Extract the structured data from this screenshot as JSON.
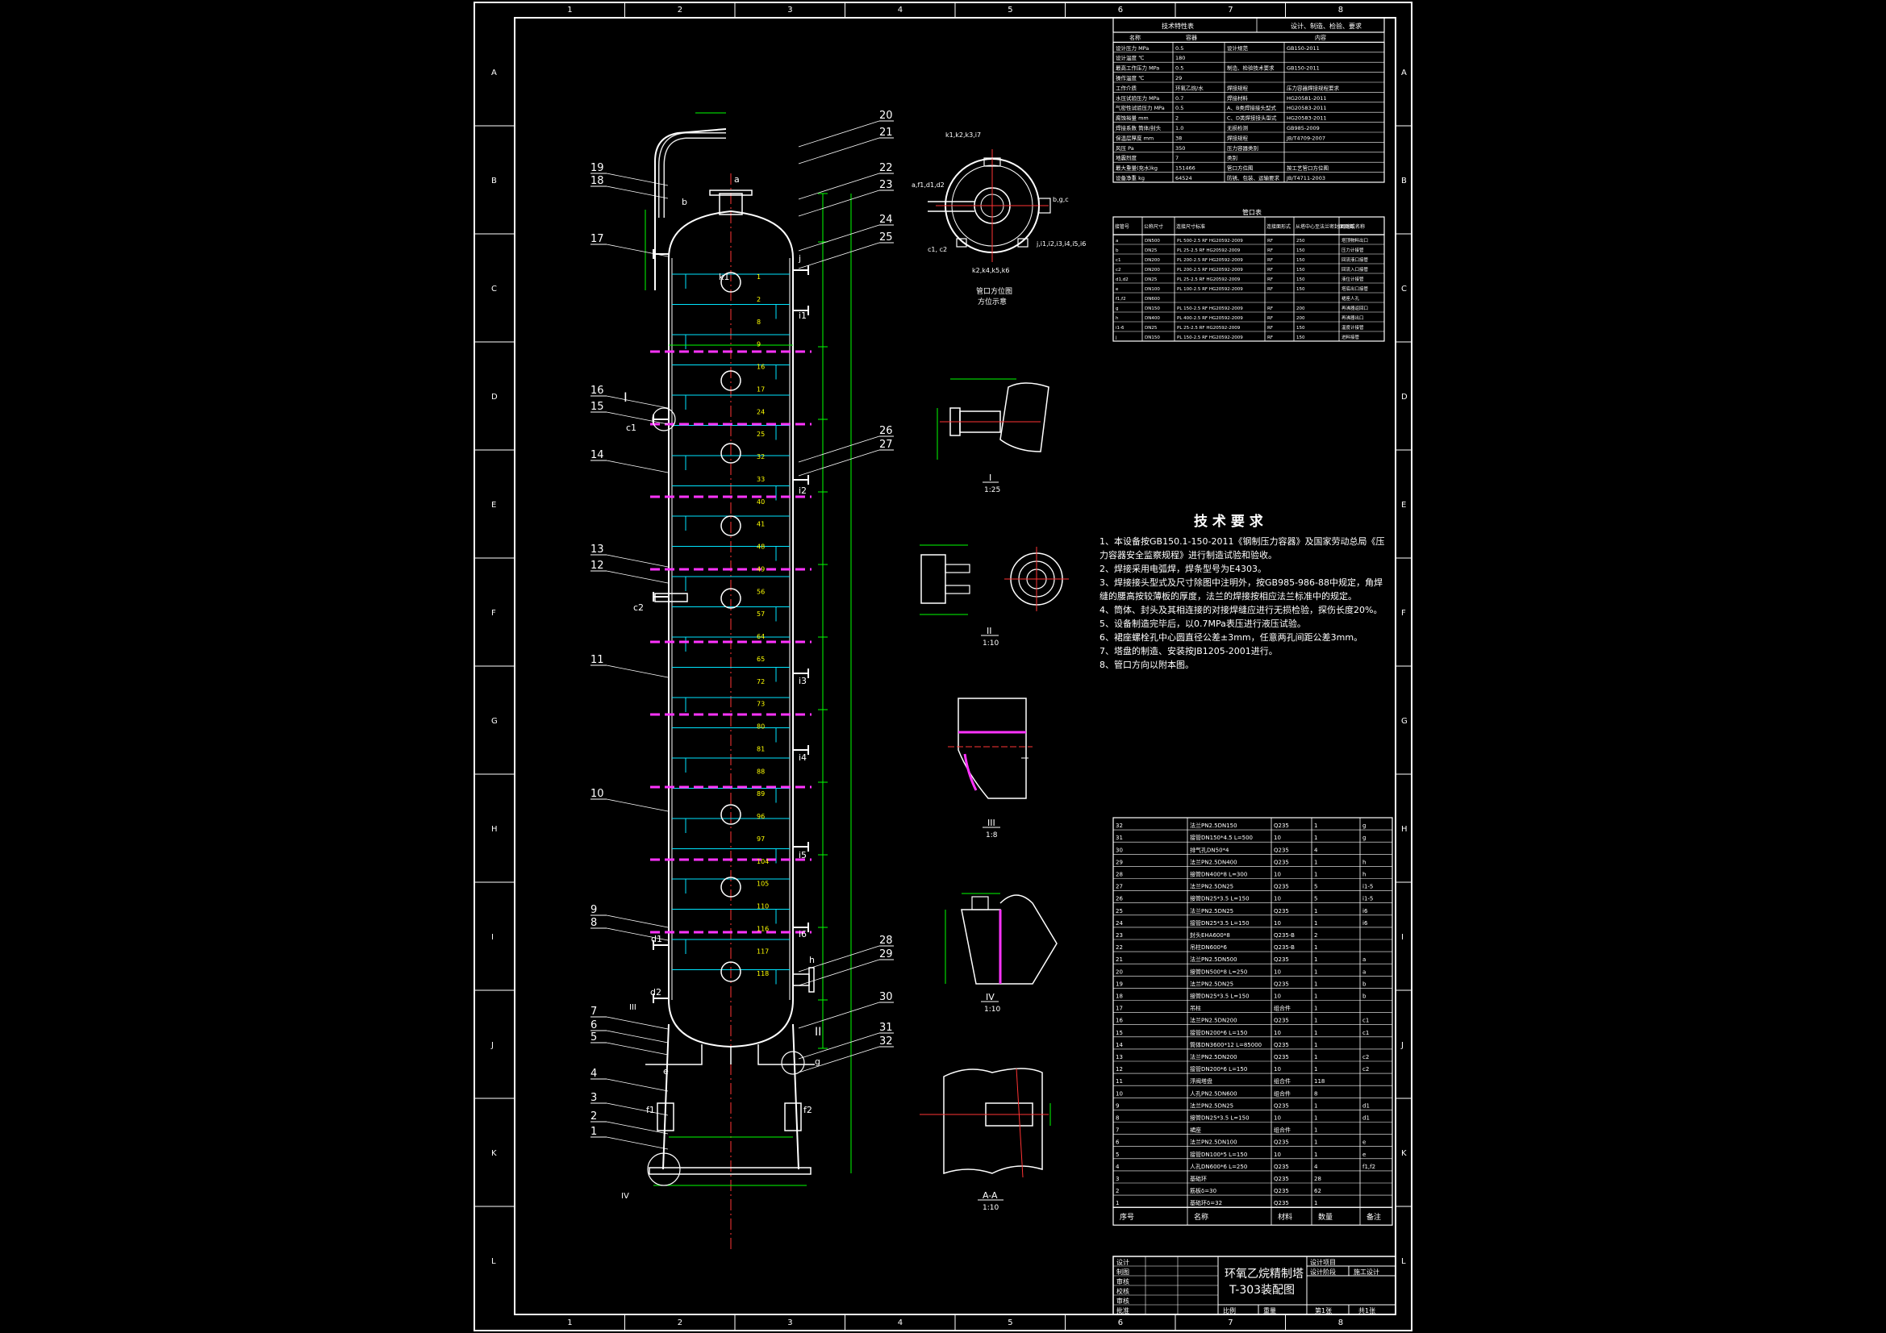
{
  "sheet": {
    "zone_columns": [
      "1",
      "2",
      "3",
      "4",
      "5",
      "6",
      "7",
      "8"
    ],
    "zone_rows": [
      "A",
      "B",
      "C",
      "D",
      "E",
      "F",
      "G",
      "H",
      "I",
      "J",
      "K",
      "L"
    ]
  },
  "tech_requirements": {
    "title": "技 术 要 求",
    "lines": [
      "1、本设备按GB150.1-150-2011《钢制压力容器》及国家劳动总局《压",
      "   力容器安全监察规程》进行制造试验和验收。",
      "2、焊接采用电弧焊，焊条型号为E4303。",
      "3、焊接接头型式及尺寸除图中注明外，按GB985-986-88中规定，角焊",
      "   缝的腰高按较薄板的厚度，法兰的焊接按相应法兰标准中的规定。",
      "4、筒体、封头及其相连接的对接焊缝应进行无损检验，探伤长度20%。",
      "5、设备制造完毕后，以0.7MPa表压进行液压试验。",
      "6、裙座螺栓孔中心圆直径公差±3mm，任意两孔间距公差3mm。",
      "7、塔盘的制造、安装按JB1205-2001进行。",
      "8、管口方向以附本图。"
    ]
  },
  "design_data": {
    "header": [
      "技术特性表",
      "设计、制造、检验、要求"
    ],
    "col_headers": [
      "名称",
      "容器",
      "内容"
    ],
    "rows": [
      [
        "设计压力  MPa",
        "0.5",
        "设计规范",
        "GB150-2011"
      ],
      [
        "设计温度  ℃",
        "180",
        "",
        ""
      ],
      [
        "最高工作压力 MPa",
        "0.5",
        "制造、检验技术要求",
        "GB150-2011"
      ],
      [
        "操作温度  ℃",
        "29",
        "",
        ""
      ],
      [
        "工作介质",
        "环氧乙烷/水",
        "焊接规程",
        "压力容器焊接规程要求"
      ],
      [
        "水压试验压力 MPa",
        "0.7",
        "焊接材料",
        "HG20581-2011"
      ],
      [
        "气密性试验压力 MPa",
        "0.5",
        "A、B类焊接接头型式",
        "HG20583-2011"
      ],
      [
        "腐蚀裕量  mm",
        "2",
        "C、D类焊接接头型式",
        "HG20583-2011"
      ],
      [
        "焊接系数 筒体/封头",
        "1.0",
        "无损检测",
        "GB985-2009"
      ],
      [
        "保温层厚度  mm",
        "38",
        "焊接规程",
        "JB/T4709-2007"
      ],
      [
        "风压  Pa",
        "350",
        "压力容器类别",
        ""
      ],
      [
        "地震烈度",
        "7",
        "类别",
        ""
      ],
      [
        "最大重量(充水)kg",
        "151466",
        "管口方位图",
        "按工艺管口方位图"
      ],
      [
        "设备净重  kg",
        "64524",
        "防锈、包装、运输要求",
        "JB/T4711-2003"
      ]
    ]
  },
  "nozzle_table": {
    "title": "管口表",
    "col_headers": [
      "接管号",
      "公称尺寸",
      "连接尺寸标准",
      "连接面形式",
      "从塔中心至法兰密封面距离",
      "用途或名称"
    ],
    "rows": [
      [
        "a",
        "DN500",
        "PL 500-2.5 RF HG20592-2009",
        "RF",
        "250",
        "塔顶物料出口"
      ],
      [
        "b",
        "DN25",
        "PL 25-2.5 RF HG20592-2009",
        "RF",
        "150",
        "压力计接管"
      ],
      [
        "c1",
        "DN200",
        "PL 200-2.5 RF HG20592-2009",
        "RF",
        "150",
        "回流液口接管"
      ],
      [
        "c2",
        "DN200",
        "PL 200-2.5 RF HG20592-2009",
        "RF",
        "150",
        "回流入口接管"
      ],
      [
        "d1,d2",
        "DN25",
        "PL 25-2.5 RF HG20592-2009",
        "RF",
        "150",
        "液位计接管"
      ],
      [
        "e",
        "DN100",
        "PL 100-2.5 RF HG20592-2009",
        "RF",
        "150",
        "塔底出口接管"
      ],
      [
        "f1,f2",
        "DN600",
        "",
        "",
        "",
        "裙座人孔"
      ],
      [
        "g",
        "DN150",
        "PL 150-2.5 RF HG20592-2009",
        "RF",
        "200",
        "再沸器返回口"
      ],
      [
        "h",
        "DN400",
        "PL 400-2.5 RF HG20592-2009",
        "RF",
        "200",
        "再沸器出口"
      ],
      [
        "i1-6",
        "DN25",
        "PL 25-2.5 RF HG20592-2009",
        "RF",
        "150",
        "温度计接管"
      ],
      [
        "j",
        "DN150",
        "PL 150-2.5 RF HG20592-2009",
        "RF",
        "150",
        "进料接管"
      ]
    ]
  },
  "parts_list": {
    "rows": [
      [
        "32",
        "法兰PN2.5DN150",
        "Q235",
        "1",
        "g"
      ],
      [
        "31",
        "接管DN150*4.5 L=500",
        "10",
        "1",
        "g"
      ],
      [
        "30",
        "排气孔DN50*4",
        "Q235",
        "4",
        ""
      ],
      [
        "29",
        "法兰PN2.5DN400",
        "Q235",
        "1",
        "h"
      ],
      [
        "28",
        "接管DN400*8 L=300",
        "10",
        "1",
        "h"
      ],
      [
        "27",
        "法兰PN2.5DN25",
        "Q235",
        "5",
        "i1-5"
      ],
      [
        "26",
        "接管DN25*3.5 L=150",
        "10",
        "5",
        "i1-5"
      ],
      [
        "25",
        "法兰PN2.5DN25",
        "Q235",
        "1",
        "i6"
      ],
      [
        "24",
        "接管DN25*3.5 L=150",
        "10",
        "1",
        "i6"
      ],
      [
        "23",
        "封头EHA600*8",
        "Q235-B",
        "2",
        ""
      ],
      [
        "22",
        "吊柱DN600*6",
        "Q235-B",
        "1",
        ""
      ],
      [
        "21",
        "法兰PN2.5DN500",
        "Q235",
        "1",
        "a"
      ],
      [
        "20",
        "接管DN500*8 L=250",
        "10",
        "1",
        "a"
      ],
      [
        "19",
        "法兰PN2.5DN25",
        "Q235",
        "1",
        "b"
      ],
      [
        "18",
        "接管DN25*3.5 L=150",
        "10",
        "1",
        "b"
      ],
      [
        "17",
        "吊柱",
        "组合件",
        "1",
        ""
      ],
      [
        "16",
        "法兰PN2.5DN200",
        "Q235",
        "1",
        "c1"
      ],
      [
        "15",
        "接管DN200*6 L=150",
        "10",
        "1",
        "c1"
      ],
      [
        "14",
        "筒体DN3600*12 L=85000",
        "Q235",
        "1",
        ""
      ],
      [
        "13",
        "法兰PN2.5DN200",
        "Q235",
        "1",
        "c2"
      ],
      [
        "12",
        "接管DN200*6 L=150",
        "10",
        "1",
        "c2"
      ],
      [
        "11",
        "浮阀塔盘",
        "组合件",
        "118",
        ""
      ],
      [
        "10",
        "人孔PN2.5DN600",
        "组合件",
        "8",
        ""
      ],
      [
        "9",
        "法兰PN2.5DN25",
        "Q235",
        "1",
        "d1"
      ],
      [
        "8",
        "接管DN25*3.5 L=150",
        "10",
        "1",
        "d1"
      ],
      [
        "7",
        "裙座",
        "组合件",
        "1",
        ""
      ],
      [
        "6",
        "法兰PN2.5DN100",
        "Q235",
        "1",
        "e"
      ],
      [
        "5",
        "接管DN100*5 L=150",
        "10",
        "1",
        "e"
      ],
      [
        "4",
        "人孔DN600*6 L=250",
        "Q235",
        "4",
        "f1,f2"
      ],
      [
        "3",
        "基础环",
        "Q235",
        "28",
        ""
      ],
      [
        "2",
        "筋板δ=30",
        "Q235",
        "62",
        ""
      ],
      [
        "1",
        "基础环δ=32",
        "Q235",
        "1",
        ""
      ]
    ],
    "col_headers": [
      "序号",
      "名称",
      "材料",
      "数量",
      "备注"
    ]
  },
  "title_block": {
    "drawing_title": "环氧乙烷精制塔",
    "drawing_subtitle": "T-303装配图",
    "roles": [
      "设计",
      "制图",
      "审核",
      "校核",
      "审核",
      "批准"
    ],
    "sheet_label": "第1张",
    "total_label": "共1张",
    "scale_label": "比例",
    "weight_label": "重量",
    "project_label": "设计项目",
    "stage_label": "设计阶段",
    "stage_value": "施工设计"
  },
  "views": {
    "orientation_caption_1": "管口方位图",
    "orientation_caption_2": "方位示意",
    "detail_I": "I",
    "detail_I_scale": "1:25",
    "detail_II": "II",
    "detail_II_scale": "1:10",
    "detail_III": "III",
    "detail_III_scale": "1:8",
    "detail_IV": "IV",
    "detail_IV_scale": "1:10",
    "section_AA": "A-A",
    "section_AA_scale": "1:10"
  },
  "leaders": {
    "left": [
      "19",
      "18",
      "17",
      "16",
      "15",
      "14",
      "13",
      "12",
      "11",
      "10",
      "9",
      "8",
      "7",
      "6",
      "5",
      "4",
      "3",
      "2",
      "1"
    ],
    "right": [
      "20",
      "21",
      "22",
      "23",
      "24",
      "25",
      "26",
      "27",
      "28",
      "29",
      "30",
      "31",
      "32"
    ],
    "nozzle_tags": [
      "a",
      "b",
      "c1",
      "c2",
      "d1",
      "d2",
      "e",
      "f1",
      "f2",
      "g",
      "h",
      "i1",
      "i2",
      "i3",
      "i4",
      "i5",
      "i6",
      "j",
      "k1"
    ]
  },
  "tray_numbers": [
    "1",
    "2",
    "8",
    "9",
    "16",
    "17",
    "24",
    "25",
    "32",
    "33",
    "40",
    "41",
    "48",
    "49",
    "56",
    "57",
    "64",
    "65",
    "72",
    "73",
    "80",
    "81",
    "88",
    "89",
    "96",
    "97",
    "104",
    "105",
    "110",
    "116",
    "117",
    "118"
  ],
  "colors": {
    "border": "#ffffff",
    "vessel": "#ffffff",
    "dimension": "#00ff00",
    "tray": "#00e5ff",
    "flange": "#ff33ff",
    "centerline": "#ff3333",
    "text": "#ffffff",
    "label": "#ffff00"
  }
}
